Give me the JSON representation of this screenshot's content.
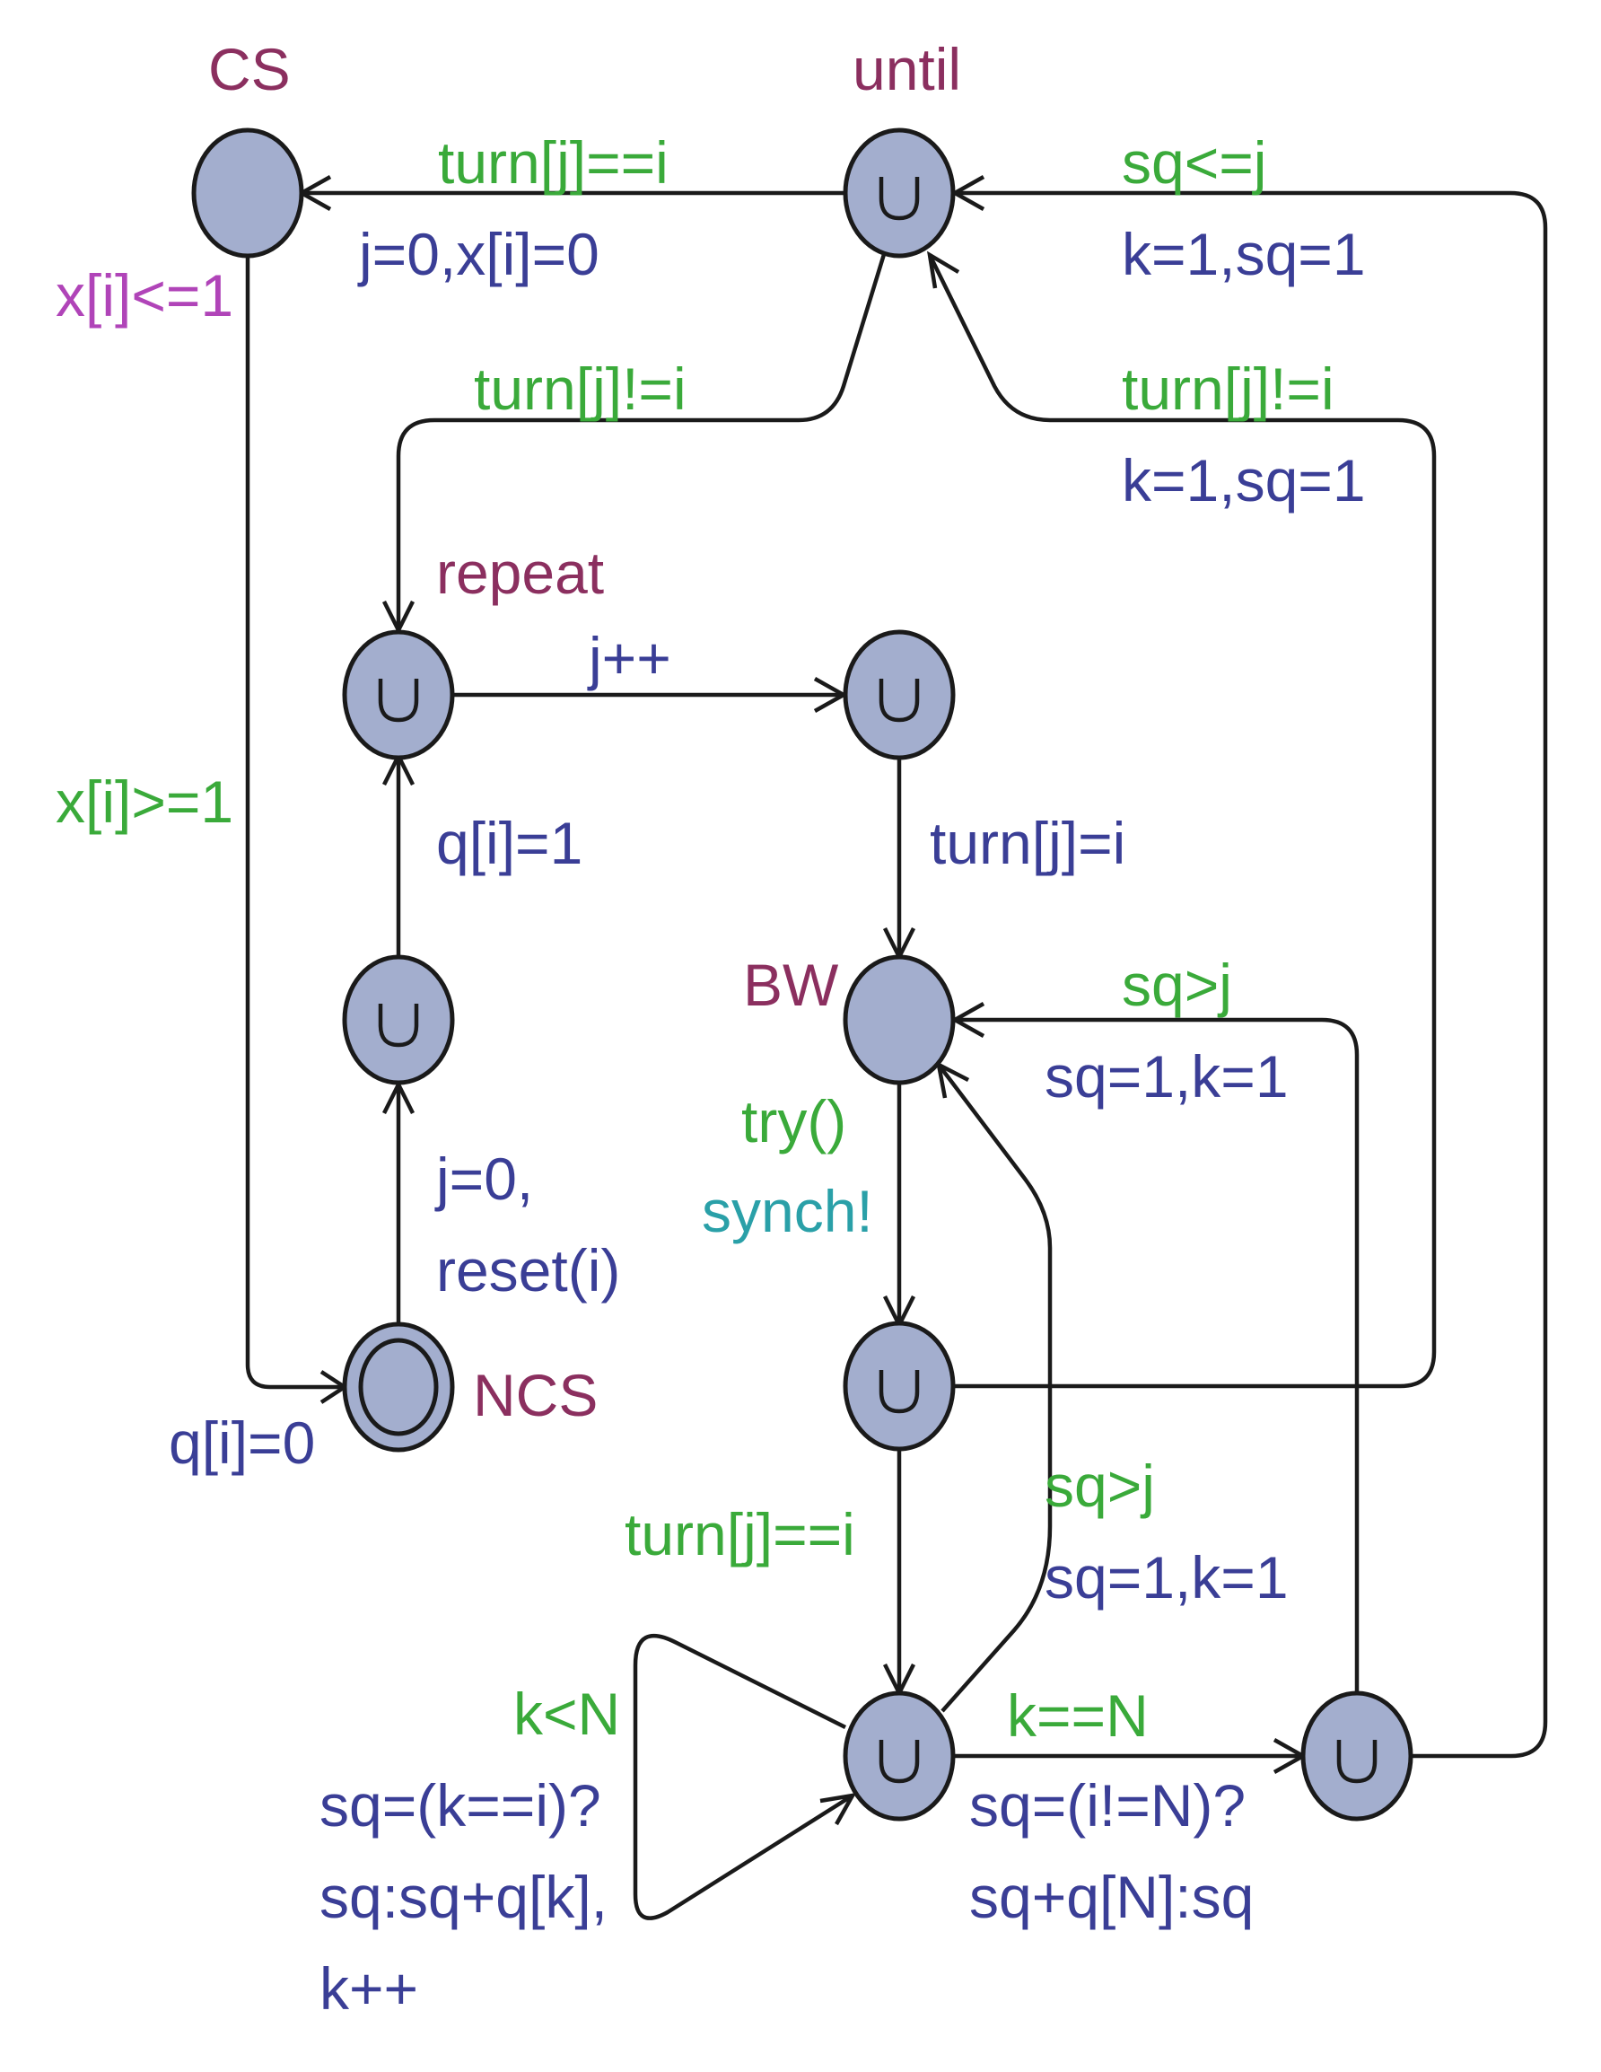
{
  "colors": {
    "location_name": "#8b2f5f",
    "guard": "#3aaa3a",
    "update": "#3a3e96",
    "invariant": "#b044b8",
    "sync": "#2aa0a8",
    "node_fill": "#a3aece"
  },
  "locations": {
    "cs": "CS",
    "until": "until",
    "repeat": "repeat",
    "bw": "BW",
    "ncs": "NCS"
  },
  "invariants": {
    "cs": "x[i]<=1"
  },
  "edges": {
    "until_cs": {
      "guard": "turn[j]==i",
      "update": "j=0,x[i]=0"
    },
    "cs_ncs": {
      "guard": "x[i]>=1"
    },
    "ncs_pre": {
      "update_line1": "j=0,",
      "update_line2": "reset(i)"
    },
    "ncs_self": {
      "update": "q[i]=0"
    },
    "pre_repeat": {
      "update": "q[i]=1"
    },
    "until_repeat": {
      "guard": "turn[j]!=i"
    },
    "repeat_next": {
      "update": "j++"
    },
    "next_bw": {
      "update": "turn[j]=i"
    },
    "bw_b1": {
      "guard": "try()",
      "sync": "synch!"
    },
    "b1_until": {
      "guard": "turn[j]!=i",
      "update": "k=1,sq=1"
    },
    "b1_b2": {
      "guard": "turn[j]==i"
    },
    "b2_loop": {
      "guard": "k<N",
      "update_line1": "sq=(k==i)?",
      "update_line2": "sq:sq+q[k],",
      "update_line3": "k++"
    },
    "b2_bw": {
      "guard": "sq>j",
      "update": "sq=1,k=1"
    },
    "b2_b3": {
      "guard": "k==N",
      "update_line1": "sq=(i!=N)?",
      "update_line2": "sq+q[N]:sq"
    },
    "b3_bw": {
      "guard": "sq>j",
      "update": "sq=1,k=1"
    },
    "b3_until": {
      "guard": "sq<=j",
      "update": "k=1,sq=1"
    }
  }
}
